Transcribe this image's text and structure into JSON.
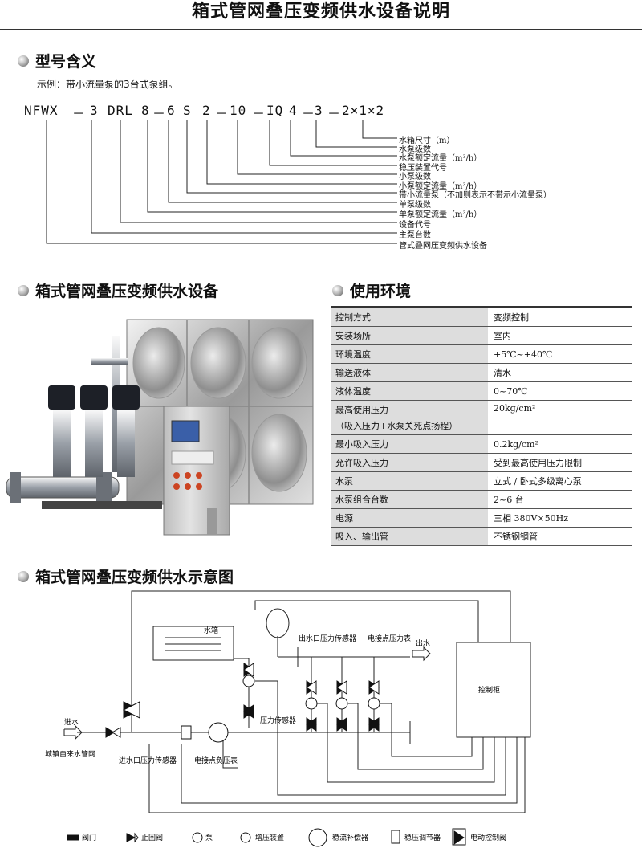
{
  "title": "箱式管网叠压变频供水设备说明",
  "section_model": {
    "heading": "型号含义",
    "example": "示例：带小流量泵的3台式泵组。",
    "code_parts": [
      "NFWX",
      "－",
      "3",
      "DRL",
      "8",
      "－",
      "6",
      "S",
      "2",
      "－",
      "10",
      "－",
      "IQ",
      "4",
      "－",
      "3",
      "－",
      "2×1×2"
    ],
    "legend": [
      "水箱尺寸（m）",
      "水泵级数",
      "水泵额定流量（m³/h）",
      "稳压装置代号",
      "小泵级数",
      "小泵额定流量（m³/h）",
      "带小流量泵（不加则表示不带示小流量泵）",
      "单泵级数",
      "单泵额定流量（m³/h）",
      "设备代号",
      "主泵台数",
      "管式叠网压变频供水设备"
    ]
  },
  "section_equipment": {
    "heading": "箱式管网叠压变频供水设备"
  },
  "section_env": {
    "heading": "使用环境",
    "rows": [
      {
        "key": "控制方式",
        "value": "变频控制"
      },
      {
        "key": "安装场所",
        "value": "室内"
      },
      {
        "key": "环境温度",
        "value": "+5℃~+40℃"
      },
      {
        "key": "输送液体",
        "value": "清水"
      },
      {
        "key": "液体温度",
        "value": "0~70℃"
      },
      {
        "key": "最高使用压力",
        "key2": "（吸入压力+水泵关死点扬程）",
        "value": "20kg/cm²"
      },
      {
        "key": "最小吸入压力",
        "value": "0.2kg/cm²"
      },
      {
        "key": "允许吸入压力",
        "value": "受到最高使用压力限制"
      },
      {
        "key": "水泵",
        "value": "立式 / 卧式多级离心泵"
      },
      {
        "key": "水泵组合台数",
        "value": "2~6 台"
      },
      {
        "key": "电源",
        "value": "三相    380V×50Hz"
      },
      {
        "key": "吸入、输出管",
        "value": "不锈钢钢管"
      }
    ]
  },
  "section_diagram": {
    "heading": "箱式管网叠压变频供水示意图",
    "labels": {
      "tank": "水箱",
      "outlet_sensor": "出水口压力传感器",
      "contact_gauge_top": "电接点压力表",
      "water_out": "出水",
      "control_cabinet": "控制柜",
      "pressure_sensor": "压力传感器",
      "water_in": "进水",
      "city_mains": "城镇自来水管网",
      "inlet_sensor": "进水口压力传感器",
      "contact_gauge_bottom": "电接点负压表"
    },
    "legend": [
      "阀门",
      "止回阀",
      "泵",
      "增压装置",
      "稳流补偿器",
      "稳压调节器",
      "电动控制阀"
    ]
  }
}
